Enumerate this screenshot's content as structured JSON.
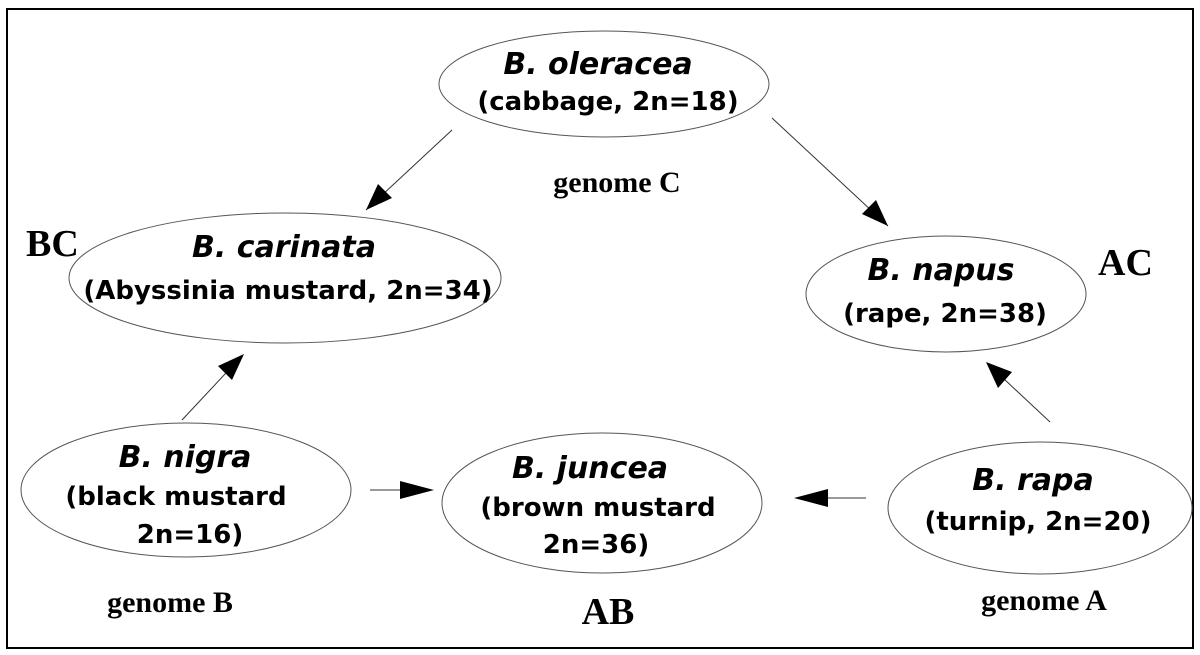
{
  "species": {
    "oleracea": {
      "name": "B. oleracea",
      "line1": "(cabbage, 2n=18)",
      "line2": ""
    },
    "carinata": {
      "name": "B. carinata",
      "line1": "(Abyssinia mustard, 2n=34)",
      "line2": ""
    },
    "napus": {
      "name": "B. napus",
      "line1": "(rape, 2n=38)",
      "line2": ""
    },
    "nigra": {
      "name": "B. nigra",
      "line1": "(black mustard",
      "line2": "2n=16)"
    },
    "juncea": {
      "name": "B. juncea",
      "line1": "(brown mustard",
      "line2": "2n=36)"
    },
    "rapa": {
      "name": "B. rapa",
      "line1": "(turnip, 2n=20)",
      "line2": ""
    }
  },
  "genome_labels": {
    "c": "genome C",
    "b": "genome B",
    "a": "genome A"
  },
  "hybrid_codes": {
    "bc": "BC",
    "ac": "AC",
    "ab": "AB"
  },
  "arrows": [
    {
      "from": "B. oleracea",
      "to": "B. carinata"
    },
    {
      "from": "B. oleracea",
      "to": "B. napus"
    },
    {
      "from": "B. nigra",
      "to": "B. carinata"
    },
    {
      "from": "B. nigra",
      "to": "B. juncea"
    },
    {
      "from": "B. rapa",
      "to": "B. juncea"
    },
    {
      "from": "B. rapa",
      "to": "B. napus"
    }
  ]
}
